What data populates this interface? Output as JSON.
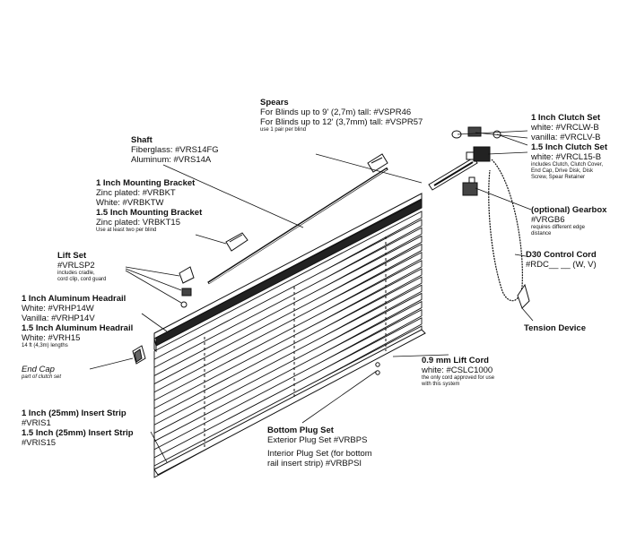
{
  "colors": {
    "ink": "#111111",
    "paper": "#ffffff",
    "slat": "#ffffff"
  },
  "labels": {
    "spears": {
      "title": "Spears",
      "line1": "For Blinds up to 9' (2,7m) tall: #VSPR46",
      "line2": "For Blinds up to 12' (3,7mm) tall: #VSPR57",
      "note": "use 1 pair per blind"
    },
    "shaft": {
      "title": "Shaft",
      "line1": "Fiberglass: #VRS14FG",
      "line2": "Aluminum: #VRS14A"
    },
    "mounting": {
      "title1": "1 Inch Mounting Bracket",
      "line1": "Zinc plated: #VRBKT",
      "line2": "White: #VRBKTW",
      "title2": "1.5 Inch Mounting Bracket",
      "line3": "Zinc plated: VRBKT15",
      "note": "Use at least two per blind"
    },
    "liftset": {
      "title": "Lift Set",
      "line1": "#VRLSP2",
      "note1": "includes cradle,",
      "note2": "cord clip, cord guard"
    },
    "headrail": {
      "title1": "1 Inch Aluminum Headrail",
      "line1": "White: #VRHP14W",
      "line2": "Vanilla: #VRHP14V",
      "title2": "1.5 Inch Aluminum Headrail",
      "line3": "White: #VRH15",
      "note": "14 ft (4,3m) lengths"
    },
    "endcap": {
      "title": "End Cap",
      "note": "part of clutch set"
    },
    "insert": {
      "line1": "1 Inch (25mm) Insert Strip",
      "line2": "#VRIS1",
      "line3": "1.5  Inch (25mm) Insert Strip",
      "line4": "#VRIS15"
    },
    "bottomplug": {
      "title": "Bottom Plug Set",
      "line1": "Exterior Plug Set #VRBPS",
      "line2": "Interior Plug Set (for bottom",
      "line3": "rail insert strip) #VRBPSI"
    },
    "liftcord": {
      "title": "0.9 mm Lift Cord",
      "line1": "white: #CSLC1000",
      "note1": "the only cord approved for use",
      "note2": "with this system"
    },
    "clutch": {
      "title1": "1 Inch Clutch Set",
      "line1": "white: #VRCLW-B",
      "line2": "vanilla: #VRCLV-B",
      "title2": "1.5 Inch Clutch Set",
      "line3": "white: #VRCL15-B",
      "note1": "includes Clutch, Clutch Cover,",
      "note2": "End Cap, Drive Disk, Disk",
      "note3": "Screw, Spear Retainer"
    },
    "gearbox": {
      "title": "(optional) Gearbox",
      "line1": "#VRGB6",
      "note1": "requires different edge",
      "note2": "distance"
    },
    "cord": {
      "title": "D30 Control Cord",
      "line1": "#RDC__ __   (W, V)"
    },
    "tension": {
      "title": "Tension Device"
    }
  }
}
